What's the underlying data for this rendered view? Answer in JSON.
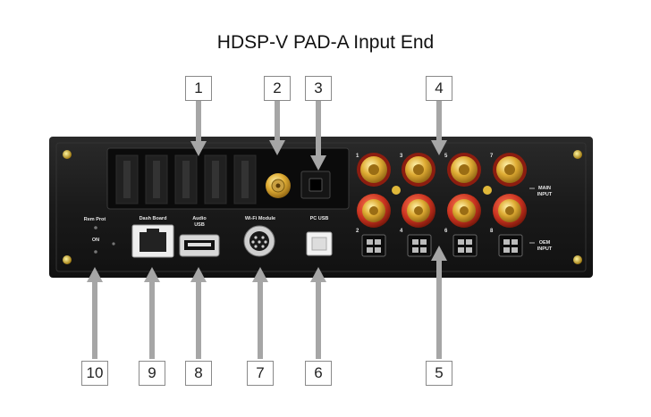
{
  "title": "HDSP-V PAD-A Input End",
  "callouts_top": [
    "1",
    "2",
    "3",
    "4"
  ],
  "callouts_bottom": [
    "10",
    "9",
    "8",
    "7",
    "6",
    "5"
  ],
  "panel_labels": {
    "rem_prot": "Rem Prot",
    "on": "ON",
    "dash_board": "Dash Board",
    "audio_usb": [
      "Audio",
      "USB"
    ],
    "wifi_module": "Wi-Fi Module",
    "pc_usb": "PC USB",
    "main_input": [
      "MAIN",
      "INPUT"
    ],
    "oem_input": [
      "OEM",
      "INPUT"
    ],
    "rca_top_numbers": [
      "1",
      "3",
      "5",
      "7"
    ],
    "oem_numbers": [
      "2",
      "4",
      "6",
      "8"
    ]
  },
  "colors": {
    "chassis": "#1c1c1c",
    "gold": "#d9a52c",
    "rca_red": "#c8321f",
    "arrow": "#a6a6a6"
  }
}
